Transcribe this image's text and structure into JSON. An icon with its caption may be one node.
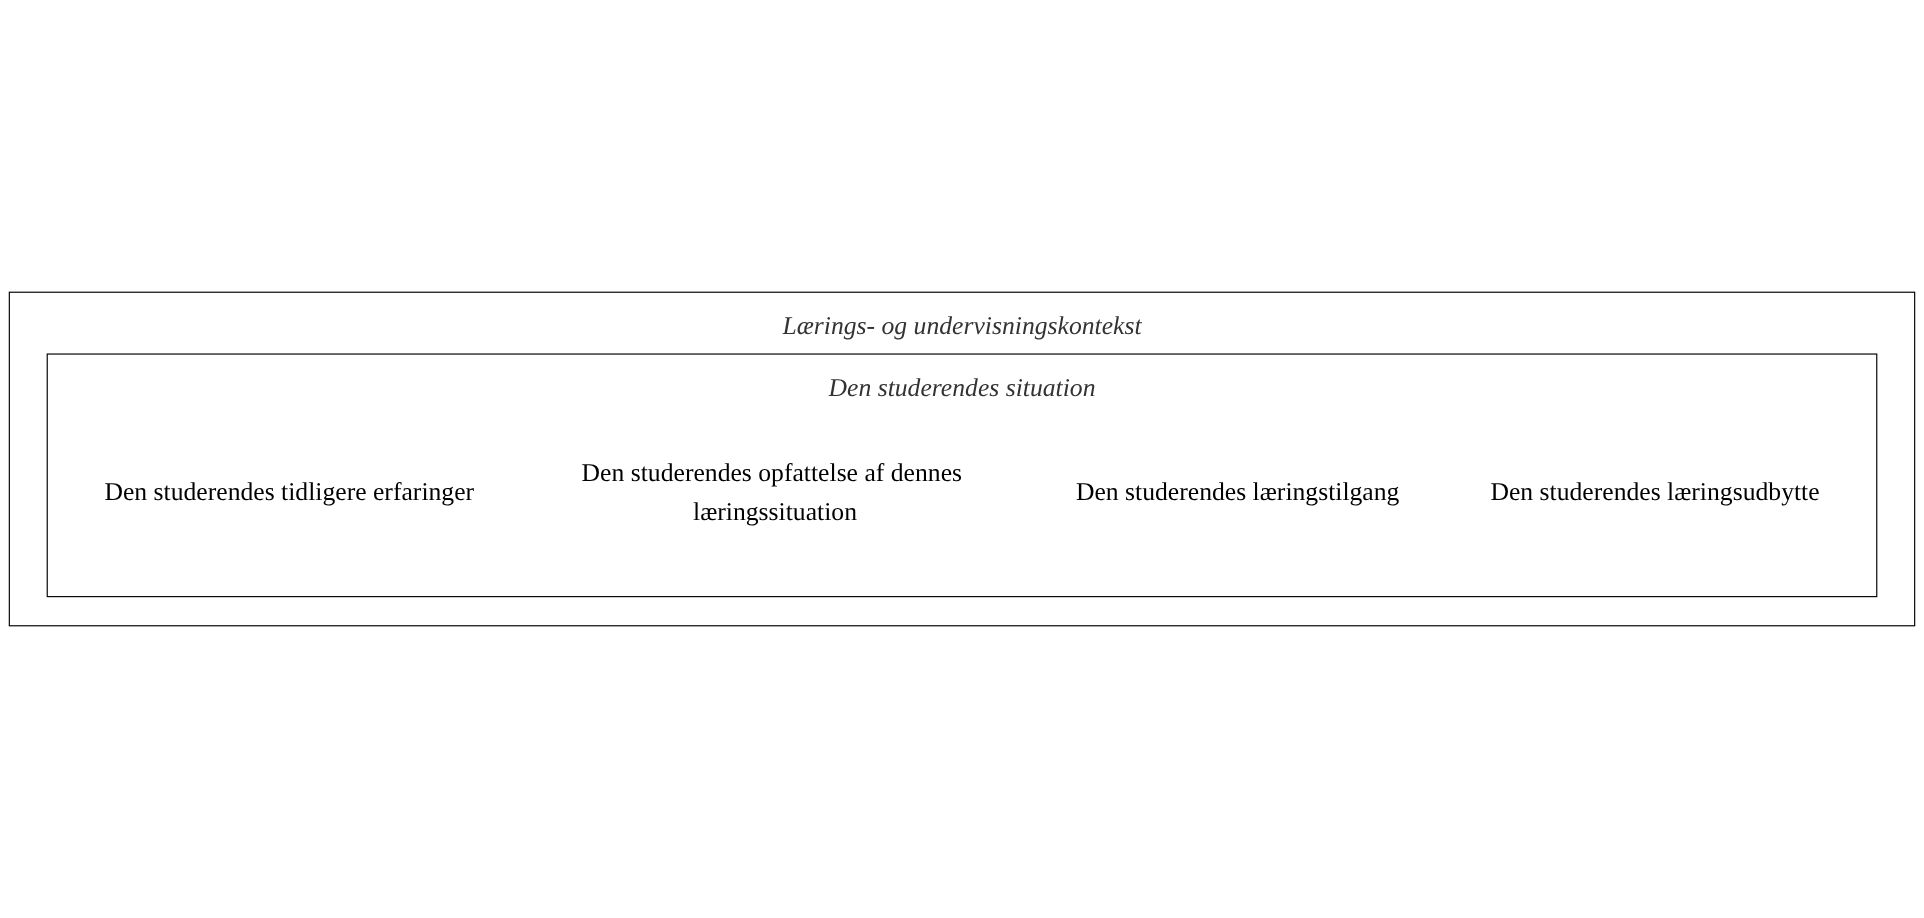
{
  "diagram": {
    "nodes": [
      {
        "text": [
          "Lærings- og undervisningskontekst"
        ]
      },
      {
        "text": [
          "Den studerendes situation"
        ],
        "in": 0
      },
      {
        "text": [
          "Den studerendes tidligere erfaringer"
        ],
        "in": 1
      },
      {
        "text": [
          "Den studerendes opfattelse af dennes læringssituation"
        ],
        "in": 1
      },
      {
        "text": [
          "Den studerendes læringstilgang"
        ],
        "in": 1
      },
      {
        "text": [
          "Den studerendes læringsudbytte"
        ],
        "in": 1
      }
    ],
    "edges": []
  }
}
